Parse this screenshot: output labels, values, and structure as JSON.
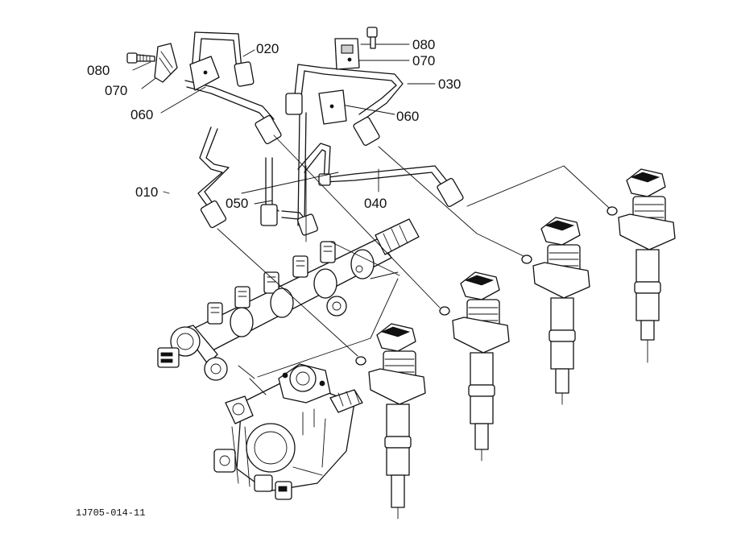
{
  "callouts": {
    "c010": "010",
    "c020": "020",
    "c030": "030",
    "c040": "040",
    "c050": "050",
    "c060_left": "060",
    "c060_right": "060",
    "c070_left": "070",
    "c070_right": "070",
    "c080_left": "080",
    "c080_right": "080"
  },
  "figure_code": "1J705-014-11"
}
